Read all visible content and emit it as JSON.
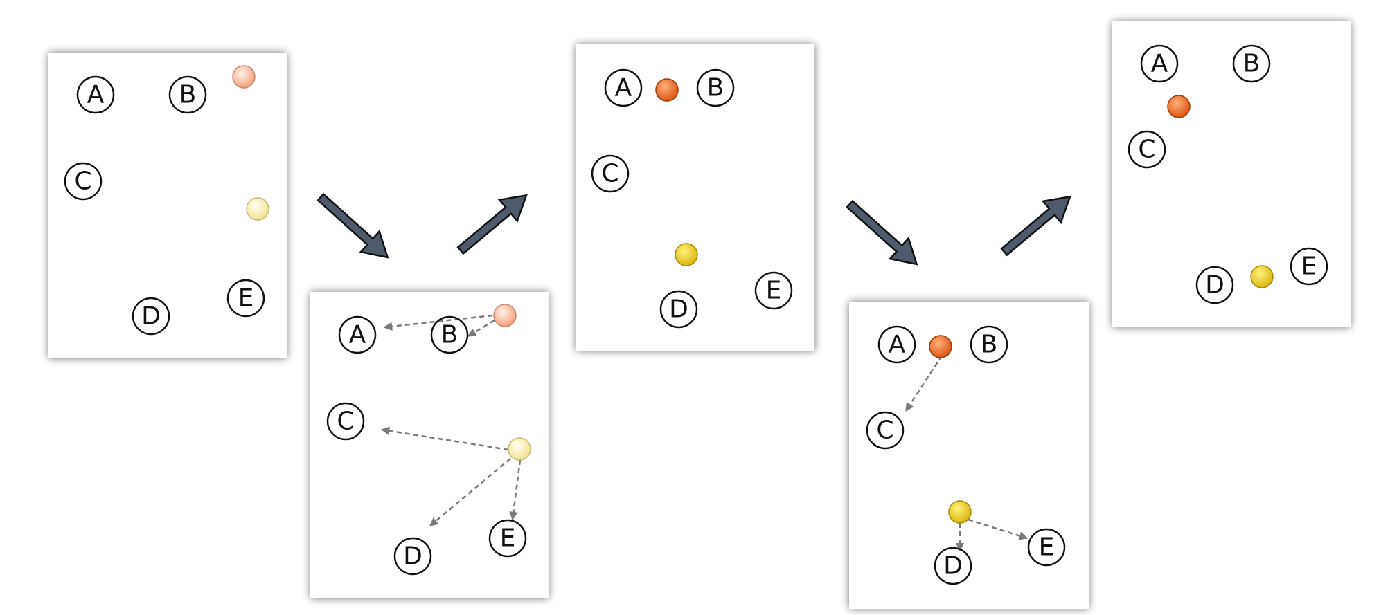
{
  "diagram": {
    "colors": {
      "panel_bg": "#ffffff",
      "point_stroke": "#111111",
      "centroid_1_faint": "#f6b89a",
      "centroid_2_faint": "#f7efae",
      "centroid_1": "#e8621c",
      "centroid_2": "#ecc81e",
      "arrow_fill": "#4e5b6c",
      "arrow_stroke": "#111111",
      "dashed": "#7a7a7a"
    },
    "panels": [
      {
        "name": "step-1-initial-centroids",
        "points": [
          "A",
          "B",
          "C",
          "D",
          "E"
        ]
      },
      {
        "name": "step-2-assign-points",
        "points": [
          "A",
          "B",
          "C",
          "D",
          "E"
        ]
      },
      {
        "name": "step-3-move-centroids",
        "points": [
          "A",
          "B",
          "C",
          "D",
          "E"
        ]
      },
      {
        "name": "step-4-reassign-points",
        "points": [
          "A",
          "B",
          "C",
          "D",
          "E"
        ]
      },
      {
        "name": "step-5-final-centroids",
        "points": [
          "A",
          "B",
          "C",
          "D",
          "E"
        ]
      }
    ]
  }
}
